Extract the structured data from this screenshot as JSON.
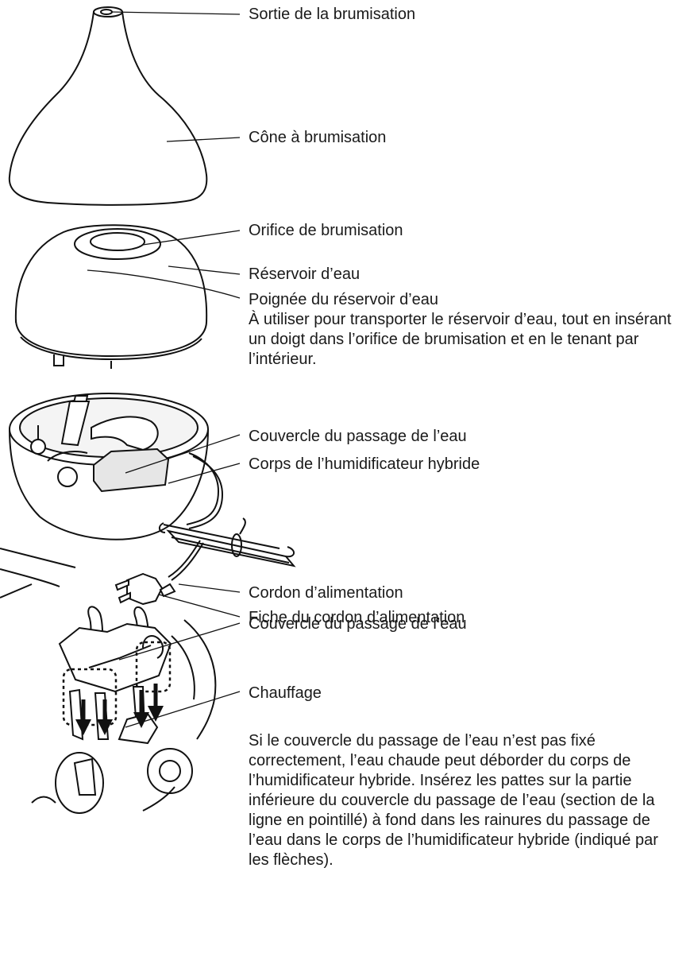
{
  "labels": {
    "mist_outlet": "Sortie de la brumisation",
    "mist_cone": "Cône à brumisation",
    "mist_orifice": "Orifice de brumisation",
    "water_tank": "Réservoir d’eau",
    "tank_handle": "Poignée du réservoir d’eau",
    "tank_handle_note": [
      "À utiliser pour transporter le réservoir d’eau, tout en insérant",
      "un doigt dans l’orifice de brumisation et en le tenant par",
      "l’intérieur."
    ],
    "passage_cover": "Couvercle du passage de l’eau",
    "body": "Corps de l’humidificateur hybride",
    "power_cord": "Cordon d’alimentation",
    "power_plug": "Fiche du cordon d’alimentation",
    "passage_cover_detail": "Couvercle du passage de l’eau",
    "heater": "Chauffage",
    "heater_note": [
      "Si le couvercle du passage de l’eau n’est pas fixé",
      "correctement, l’eau chaude peut déborder du corps de",
      "l’humidificateur hybride. Insérez les pattes sur la partie",
      "inférieure du couvercle du passage de l’eau (section de la",
      "ligne en pointillé) à fond dans les rainures du passage de",
      "l’eau dans le corps de l’humidificateur hybride (indiqué par",
      "les flèches)."
    ]
  }
}
